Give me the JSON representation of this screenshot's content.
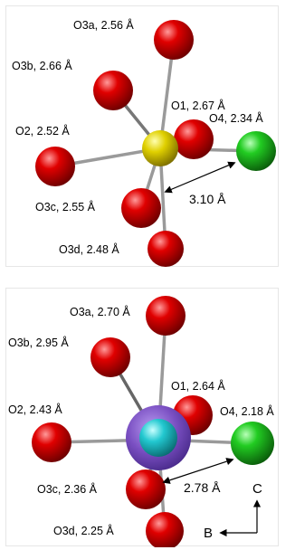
{
  "colors": {
    "oxygen": "#d40000",
    "ligand_o4": "#22bb22",
    "center_top": "#d8c800",
    "center_bottom": "#22c8d0",
    "halo_bottom": "#7a4fc2",
    "bond": "#9a9a9a"
  },
  "top": {
    "labels": {
      "o3a": "O3a, 2.56 Å",
      "o3b": "O3b, 2.66 Å",
      "o1": "O1, 2.67 Å",
      "o4": "O4, 2.34 Å",
      "o2": "O2, 2.52 Å",
      "o3c": "O3c, 2.55 Å",
      "o3d": "O3d, 2.48 Å"
    },
    "distance": "3.10 Å"
  },
  "bottom": {
    "labels": {
      "o3a": "O3a, 2.70 Å",
      "o3b": "O3b, 2.95 Å",
      "o1": "O1, 2.64 Å",
      "o4": "O4, 2.18 Å",
      "o2": "O2, 2.43 Å",
      "o3c": "O3c, 2.36 Å",
      "o3d": "O3d, 2.25 Å"
    },
    "distance": "2.78 Å",
    "axes": {
      "vertical": "C",
      "horizontal": "B"
    }
  }
}
